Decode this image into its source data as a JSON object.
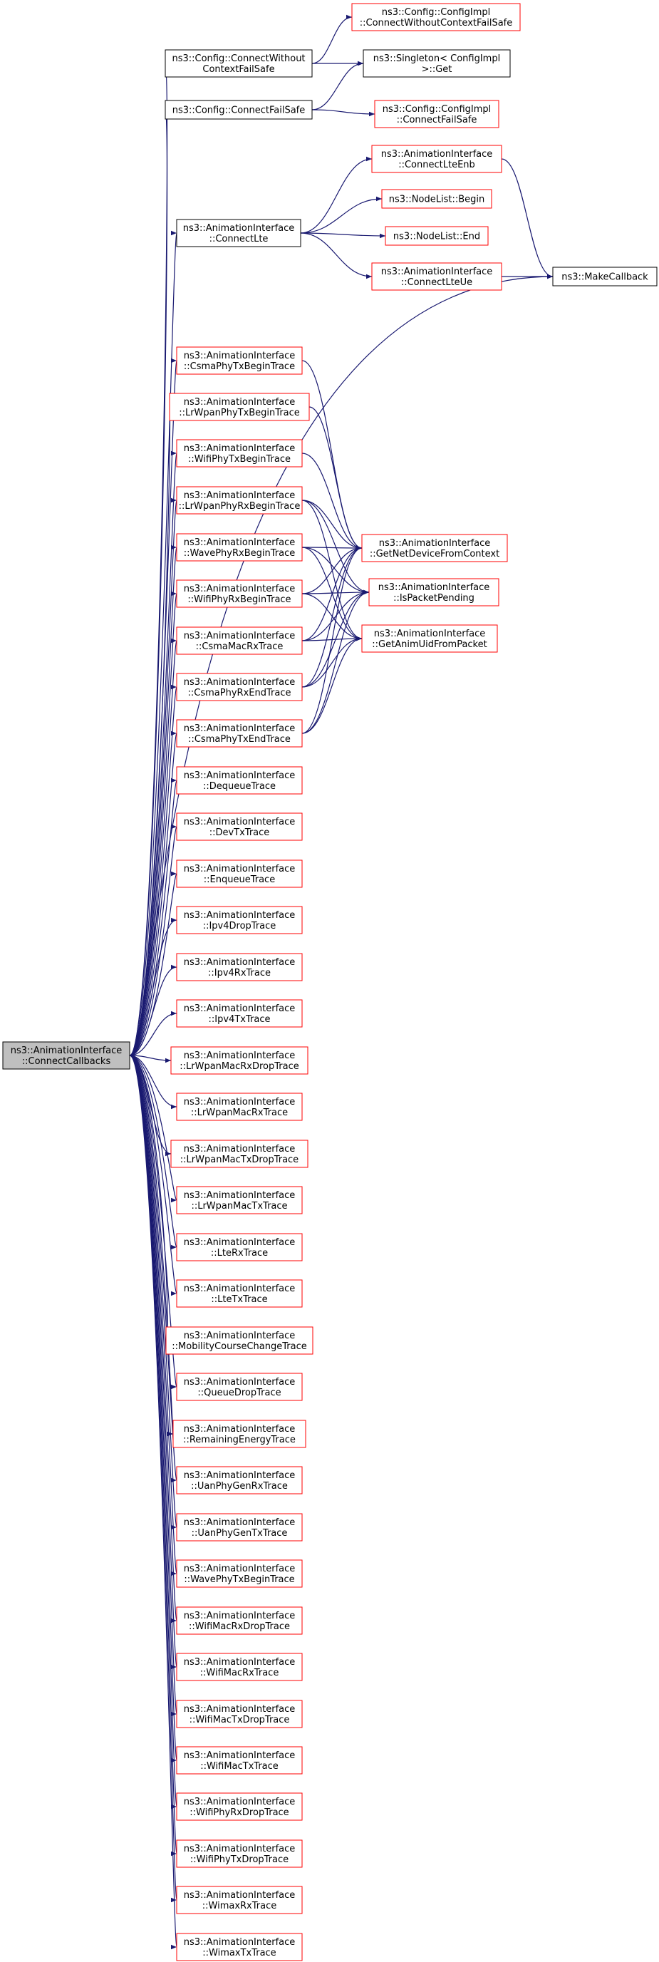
{
  "diagram": {
    "root_id": "root",
    "nodes": [
      {
        "id": "root",
        "lines": [
          "ns3::AnimationInterface",
          "::ConnectCallbacks"
        ],
        "style": "root"
      },
      {
        "id": "cwc",
        "lines": [
          "ns3::Config::ConnectWithout",
          "ContextFailSafe"
        ],
        "style": "black"
      },
      {
        "id": "cf",
        "lines": [
          "ns3::Config::ConnectFailSafe"
        ],
        "style": "black"
      },
      {
        "id": "cwcImpl",
        "lines": [
          "ns3::Config::ConfigImpl",
          "::ConnectWithoutContextFailSafe"
        ],
        "style": "red"
      },
      {
        "id": "singleton",
        "lines": [
          "ns3::Singleton< ConfigImpl",
          ">::Get"
        ],
        "style": "black"
      },
      {
        "id": "cfImpl",
        "lines": [
          "ns3::Config::ConfigImpl",
          "::ConnectFailSafe"
        ],
        "style": "red"
      },
      {
        "id": "connectLte",
        "lines": [
          "ns3::AnimationInterface",
          "::ConnectLte"
        ],
        "style": "black"
      },
      {
        "id": "lteEnb",
        "lines": [
          "ns3::AnimationInterface",
          "::ConnectLteEnb"
        ],
        "style": "red"
      },
      {
        "id": "nlBegin",
        "lines": [
          "ns3::NodeList::Begin"
        ],
        "style": "red"
      },
      {
        "id": "nlEnd",
        "lines": [
          "ns3::NodeList::End"
        ],
        "style": "red"
      },
      {
        "id": "lteUe",
        "lines": [
          "ns3::AnimationInterface",
          "::ConnectLteUe"
        ],
        "style": "red"
      },
      {
        "id": "makeCb",
        "lines": [
          "ns3::MakeCallback"
        ],
        "style": "black"
      },
      {
        "id": "getNet",
        "lines": [
          "ns3::AnimationInterface",
          "::GetNetDeviceFromContext"
        ],
        "style": "red"
      },
      {
        "id": "isPending",
        "lines": [
          "ns3::AnimationInterface",
          "::IsPacketPending"
        ],
        "style": "red"
      },
      {
        "id": "getUid",
        "lines": [
          "ns3::AnimationInterface",
          "::GetAnimUidFromPacket"
        ],
        "style": "red"
      },
      {
        "id": "t1",
        "lines": [
          "ns3::AnimationInterface",
          "::CsmaPhyTxBeginTrace"
        ],
        "style": "red"
      },
      {
        "id": "t2",
        "lines": [
          "ns3::AnimationInterface",
          "::LrWpanPhyTxBeginTrace"
        ],
        "style": "red"
      },
      {
        "id": "t3",
        "lines": [
          "ns3::AnimationInterface",
          "::WifiPhyTxBeginTrace"
        ],
        "style": "red"
      },
      {
        "id": "t4",
        "lines": [
          "ns3::AnimationInterface",
          "::LrWpanPhyRxBeginTrace"
        ],
        "style": "red"
      },
      {
        "id": "t5",
        "lines": [
          "ns3::AnimationInterface",
          "::WavePhyRxBeginTrace"
        ],
        "style": "red"
      },
      {
        "id": "t6",
        "lines": [
          "ns3::AnimationInterface",
          "::WifiPhyRxBeginTrace"
        ],
        "style": "red"
      },
      {
        "id": "t7",
        "lines": [
          "ns3::AnimationInterface",
          "::CsmaMacRxTrace"
        ],
        "style": "red"
      },
      {
        "id": "t8",
        "lines": [
          "ns3::AnimationInterface",
          "::CsmaPhyRxEndTrace"
        ],
        "style": "red"
      },
      {
        "id": "t9",
        "lines": [
          "ns3::AnimationInterface",
          "::CsmaPhyTxEndTrace"
        ],
        "style": "red"
      },
      {
        "id": "t10",
        "lines": [
          "ns3::AnimationInterface",
          "::DequeueTrace"
        ],
        "style": "red"
      },
      {
        "id": "t11",
        "lines": [
          "ns3::AnimationInterface",
          "::DevTxTrace"
        ],
        "style": "red"
      },
      {
        "id": "t12",
        "lines": [
          "ns3::AnimationInterface",
          "::EnqueueTrace"
        ],
        "style": "red"
      },
      {
        "id": "t13",
        "lines": [
          "ns3::AnimationInterface",
          "::Ipv4DropTrace"
        ],
        "style": "red"
      },
      {
        "id": "t14",
        "lines": [
          "ns3::AnimationInterface",
          "::Ipv4RxTrace"
        ],
        "style": "red"
      },
      {
        "id": "t15",
        "lines": [
          "ns3::AnimationInterface",
          "::Ipv4TxTrace"
        ],
        "style": "red"
      },
      {
        "id": "t16",
        "lines": [
          "ns3::AnimationInterface",
          "::LrWpanMacRxDropTrace"
        ],
        "style": "red"
      },
      {
        "id": "t17",
        "lines": [
          "ns3::AnimationInterface",
          "::LrWpanMacRxTrace"
        ],
        "style": "red"
      },
      {
        "id": "t18",
        "lines": [
          "ns3::AnimationInterface",
          "::LrWpanMacTxDropTrace"
        ],
        "style": "red"
      },
      {
        "id": "t19",
        "lines": [
          "ns3::AnimationInterface",
          "::LrWpanMacTxTrace"
        ],
        "style": "red"
      },
      {
        "id": "t20",
        "lines": [
          "ns3::AnimationInterface",
          "::LteRxTrace"
        ],
        "style": "red"
      },
      {
        "id": "t21",
        "lines": [
          "ns3::AnimationInterface",
          "::LteTxTrace"
        ],
        "style": "red"
      },
      {
        "id": "t22",
        "lines": [
          "ns3::AnimationInterface",
          "::MobilityCourseChangeTrace"
        ],
        "style": "red"
      },
      {
        "id": "t23",
        "lines": [
          "ns3::AnimationInterface",
          "::QueueDropTrace"
        ],
        "style": "red"
      },
      {
        "id": "t24",
        "lines": [
          "ns3::AnimationInterface",
          "::RemainingEnergyTrace"
        ],
        "style": "red"
      },
      {
        "id": "t25",
        "lines": [
          "ns3::AnimationInterface",
          "::UanPhyGenRxTrace"
        ],
        "style": "red"
      },
      {
        "id": "t26",
        "lines": [
          "ns3::AnimationInterface",
          "::UanPhyGenTxTrace"
        ],
        "style": "red"
      },
      {
        "id": "t27",
        "lines": [
          "ns3::AnimationInterface",
          "::WavePhyTxBeginTrace"
        ],
        "style": "red"
      },
      {
        "id": "t28",
        "lines": [
          "ns3::AnimationInterface",
          "::WifiMacRxDropTrace"
        ],
        "style": "red"
      },
      {
        "id": "t29",
        "lines": [
          "ns3::AnimationInterface",
          "::WifiMacRxTrace"
        ],
        "style": "red"
      },
      {
        "id": "t30",
        "lines": [
          "ns3::AnimationInterface",
          "::WifiMacTxDropTrace"
        ],
        "style": "red"
      },
      {
        "id": "t31",
        "lines": [
          "ns3::AnimationInterface",
          "::WifiMacTxTrace"
        ],
        "style": "red"
      },
      {
        "id": "t32",
        "lines": [
          "ns3::AnimationInterface",
          "::WifiPhyRxDropTrace"
        ],
        "style": "red"
      },
      {
        "id": "t33",
        "lines": [
          "ns3::AnimationInterface",
          "::WifiPhyTxDropTrace"
        ],
        "style": "red"
      },
      {
        "id": "t34",
        "lines": [
          "ns3::AnimationInterface",
          "::WimaxRxTrace"
        ],
        "style": "red"
      },
      {
        "id": "t35",
        "lines": [
          "ns3::AnimationInterface",
          "::WimaxTxTrace"
        ],
        "style": "red"
      }
    ],
    "edges": [
      [
        "root",
        "cwc"
      ],
      [
        "root",
        "cf"
      ],
      [
        "root",
        "connectLte"
      ],
      [
        "root",
        "makeCb"
      ],
      [
        "root",
        "t1"
      ],
      [
        "root",
        "t2"
      ],
      [
        "root",
        "t3"
      ],
      [
        "root",
        "t4"
      ],
      [
        "root",
        "t5"
      ],
      [
        "root",
        "t6"
      ],
      [
        "root",
        "t7"
      ],
      [
        "root",
        "t8"
      ],
      [
        "root",
        "t9"
      ],
      [
        "root",
        "t10"
      ],
      [
        "root",
        "t11"
      ],
      [
        "root",
        "t12"
      ],
      [
        "root",
        "t13"
      ],
      [
        "root",
        "t14"
      ],
      [
        "root",
        "t15"
      ],
      [
        "root",
        "t16"
      ],
      [
        "root",
        "t17"
      ],
      [
        "root",
        "t18"
      ],
      [
        "root",
        "t19"
      ],
      [
        "root",
        "t20"
      ],
      [
        "root",
        "t21"
      ],
      [
        "root",
        "t22"
      ],
      [
        "root",
        "t23"
      ],
      [
        "root",
        "t24"
      ],
      [
        "root",
        "t25"
      ],
      [
        "root",
        "t26"
      ],
      [
        "root",
        "t27"
      ],
      [
        "root",
        "t28"
      ],
      [
        "root",
        "t29"
      ],
      [
        "root",
        "t30"
      ],
      [
        "root",
        "t31"
      ],
      [
        "root",
        "t32"
      ],
      [
        "root",
        "t33"
      ],
      [
        "root",
        "t34"
      ],
      [
        "root",
        "t35"
      ],
      [
        "cwc",
        "cwcImpl"
      ],
      [
        "cwc",
        "singleton"
      ],
      [
        "cf",
        "singleton"
      ],
      [
        "cf",
        "cfImpl"
      ],
      [
        "connectLte",
        "lteEnb"
      ],
      [
        "connectLte",
        "nlBegin"
      ],
      [
        "connectLte",
        "nlEnd"
      ],
      [
        "connectLte",
        "lteUe"
      ],
      [
        "lteEnb",
        "makeCb"
      ],
      [
        "lteUe",
        "makeCb"
      ],
      [
        "t1",
        "getNet"
      ],
      [
        "t2",
        "getNet"
      ],
      [
        "t3",
        "getNet"
      ],
      [
        "t4",
        "getNet"
      ],
      [
        "t4",
        "isPending"
      ],
      [
        "t4",
        "getUid"
      ],
      [
        "t5",
        "getNet"
      ],
      [
        "t5",
        "isPending"
      ],
      [
        "t5",
        "getUid"
      ],
      [
        "t6",
        "getNet"
      ],
      [
        "t6",
        "isPending"
      ],
      [
        "t6",
        "getUid"
      ],
      [
        "t7",
        "getNet"
      ],
      [
        "t7",
        "isPending"
      ],
      [
        "t7",
        "getUid"
      ],
      [
        "t8",
        "getNet"
      ],
      [
        "t8",
        "isPending"
      ],
      [
        "t8",
        "getUid"
      ],
      [
        "t9",
        "getNet"
      ],
      [
        "t9",
        "isPending"
      ],
      [
        "t9",
        "getUid"
      ]
    ]
  },
  "colors": {
    "edge": "#191970",
    "border_black": "#000000",
    "border_red": "#ff0000",
    "root_fill": "#bfbfbf",
    "node_fill": "#ffffff",
    "text": "#000000"
  }
}
